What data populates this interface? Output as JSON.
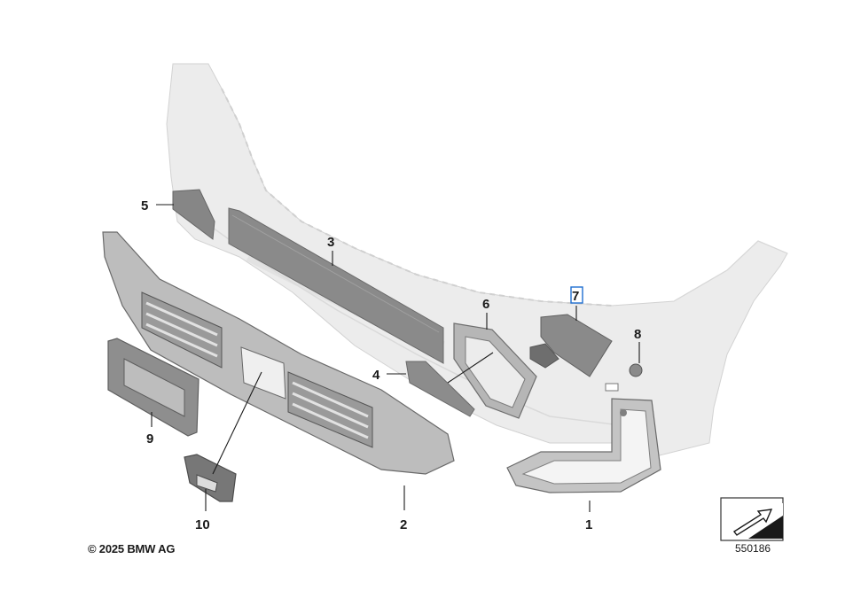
{
  "callouts": {
    "c1": "1",
    "c2": "2",
    "c3": "3",
    "c4": "4",
    "c5": "5",
    "c6": "6",
    "c7": "7",
    "c8": "8",
    "c9": "9",
    "c10": "10"
  },
  "copyright": "© 2025 BMW AG",
  "reference_number": "550186",
  "selected_callout": "7",
  "icons": {
    "orientation": "arrow-view-icon"
  },
  "colors": {
    "bumper": "#e9e9e9",
    "part": "#8c8c8c",
    "part_dark": "#5e5e5e",
    "highlight": "#1f6fd1"
  }
}
